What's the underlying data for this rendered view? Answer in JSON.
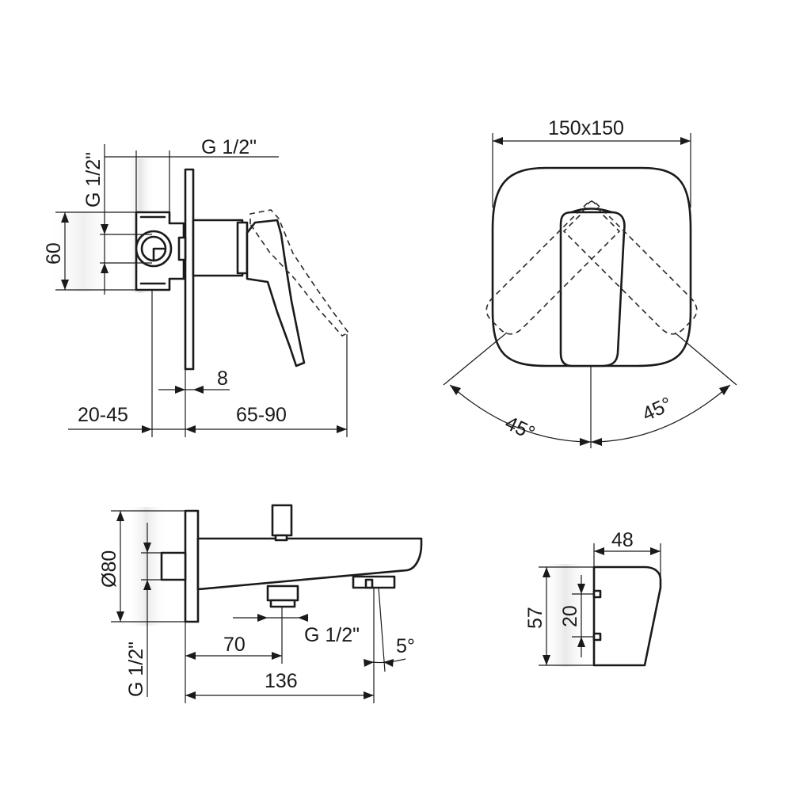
{
  "mixer_side": {
    "inlet_thread_vertical": "G 1/2\"",
    "inlet_thread_horizontal": "G 1/2\"",
    "height": "60",
    "plate_thickness": "8",
    "wall_depth_range": "20-45",
    "projection_range": "65-90"
  },
  "mixer_front": {
    "plate_size": "150x150",
    "angle_left": "45°",
    "angle_right": "45°"
  },
  "spout": {
    "diameter": "Ø80",
    "wall_thread": "G 1/2\"",
    "outlet_thread": "G 1/2\"",
    "outlet_offset": "70",
    "length": "136",
    "angle": "5°"
  },
  "spout_end": {
    "width": "48",
    "height": "57",
    "outlet_spacing": "20"
  }
}
